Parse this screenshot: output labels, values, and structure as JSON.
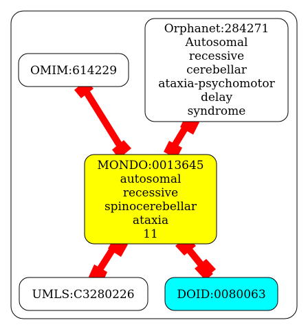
{
  "nodes": {
    "orphanet": {
      "lines": [
        "Orphanet:284271",
        "Autosomal",
        "recessive",
        "cerebellar",
        "ataxia-psychomotor",
        "delay",
        "syndrome"
      ],
      "fill": "#ffffff"
    },
    "omim": {
      "lines": [
        "OMIM:614229"
      ],
      "fill": "#ffffff"
    },
    "mondo": {
      "lines": [
        "MONDO:0013645",
        "autosomal",
        "recessive",
        "spinocerebellar",
        "ataxia",
        "11"
      ],
      "fill": "#ffff00"
    },
    "umls": {
      "lines": [
        "UMLS:C3280226"
      ],
      "fill": "#ffffff"
    },
    "doid": {
      "lines": [
        "DOID:0080063"
      ],
      "fill": "#00ffff"
    }
  },
  "edges": [
    {
      "from": "omim",
      "to": "mondo"
    },
    {
      "from": "orphanet",
      "to": "mondo"
    },
    {
      "from": "mondo",
      "to": "umls"
    },
    {
      "from": "mondo",
      "to": "doid"
    }
  ],
  "colors": {
    "edge": "#ff0000",
    "stroke": "#000000",
    "cluster_stroke": "#000000"
  }
}
